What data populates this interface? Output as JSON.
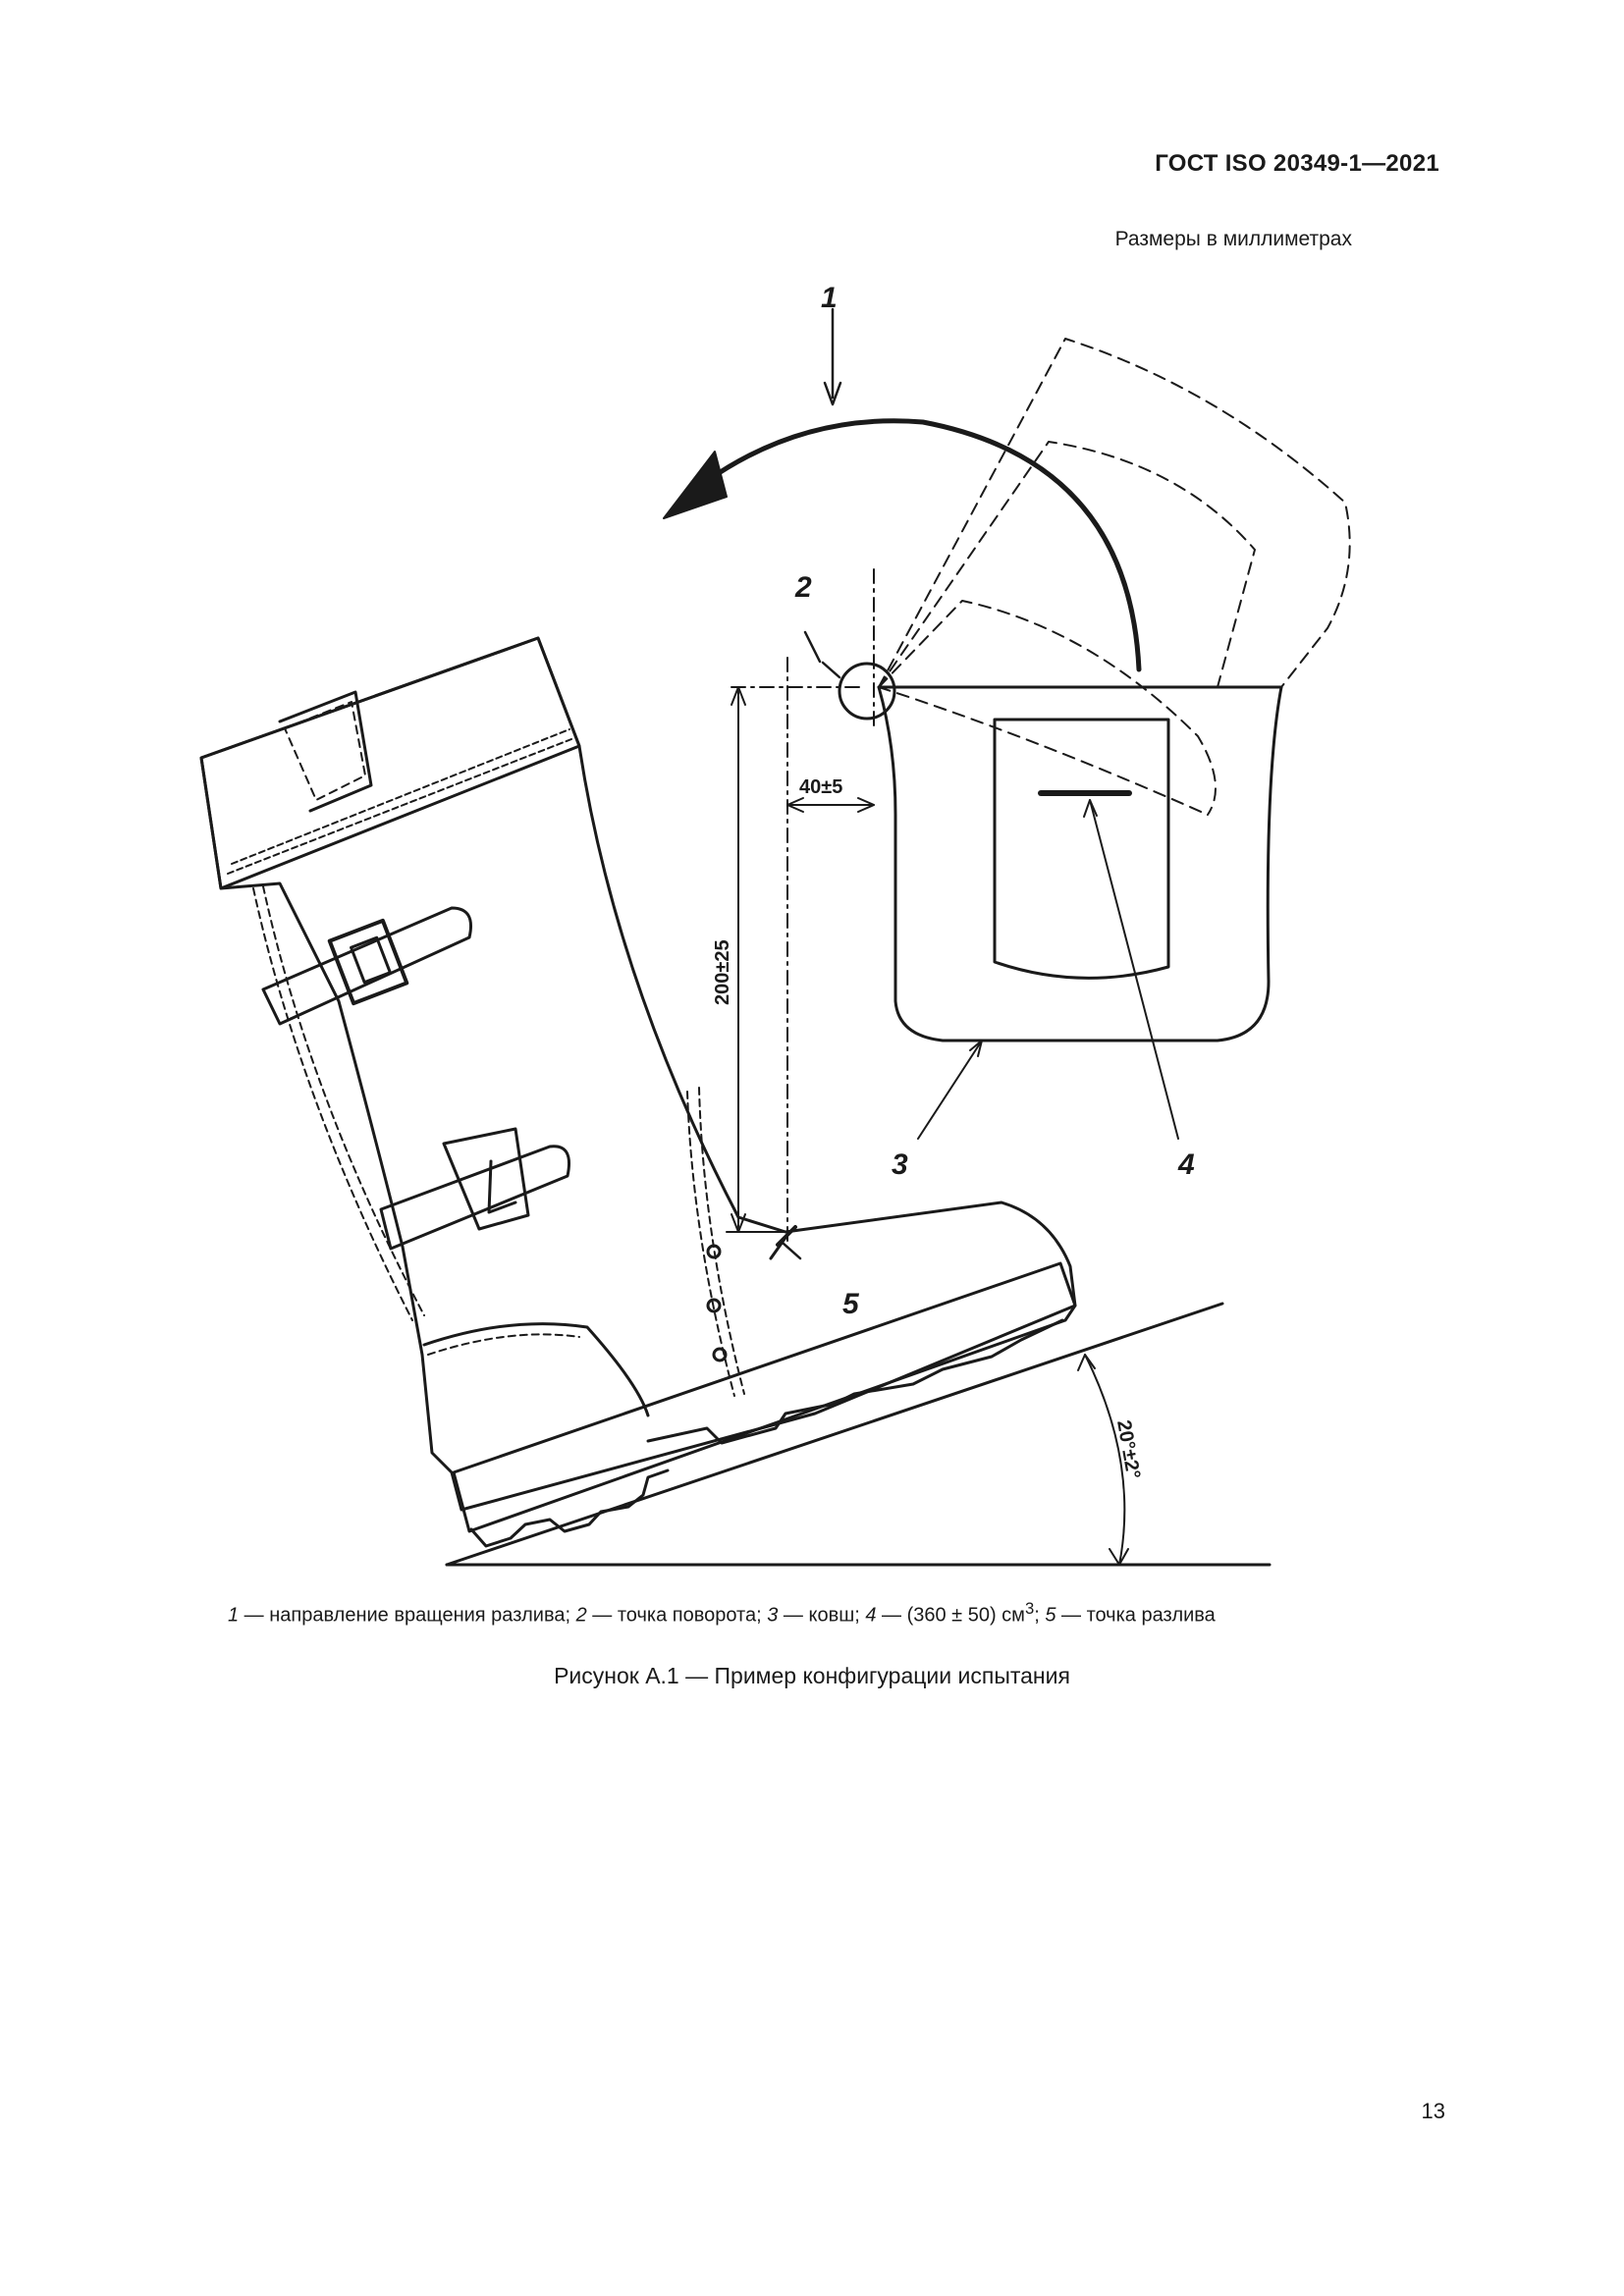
{
  "header": {
    "standard": "ГОСТ ISO 20349-1—2021"
  },
  "dimensions_note": "Размеры в миллиметрах",
  "figure": {
    "callouts": [
      "1",
      "2",
      "3",
      "4",
      "5"
    ],
    "dims": {
      "offset": "40±5",
      "height": "200±25",
      "angle": "20°±2°"
    }
  },
  "legend": [
    {
      "num": "1",
      "text": " — направление вращения разлива; "
    },
    {
      "num": "2",
      "text": " — точка поворота; "
    },
    {
      "num": "3",
      "text": " — ковш; "
    },
    {
      "num": "4",
      "text": " — (360 ± 50) см"
    },
    {
      "sup": "3"
    },
    {
      "text": "; "
    },
    {
      "num": "5",
      "text": " — точка разлива"
    }
  ],
  "legend_parts": {
    "i1": "1",
    "t1": " — направление вращения разлива; ",
    "i2": "2",
    "t2": " — точка поворота; ",
    "i3": "3",
    "t3": " — ковш; ",
    "i4": "4",
    "t4": " — (360 ± 50) см",
    "sup": "3",
    "t4b": "; ",
    "i5": "5",
    "t5": " — точка разлива"
  },
  "caption": "Рисунок А.1 — Пример конфигурации испытания",
  "page_number": "13"
}
